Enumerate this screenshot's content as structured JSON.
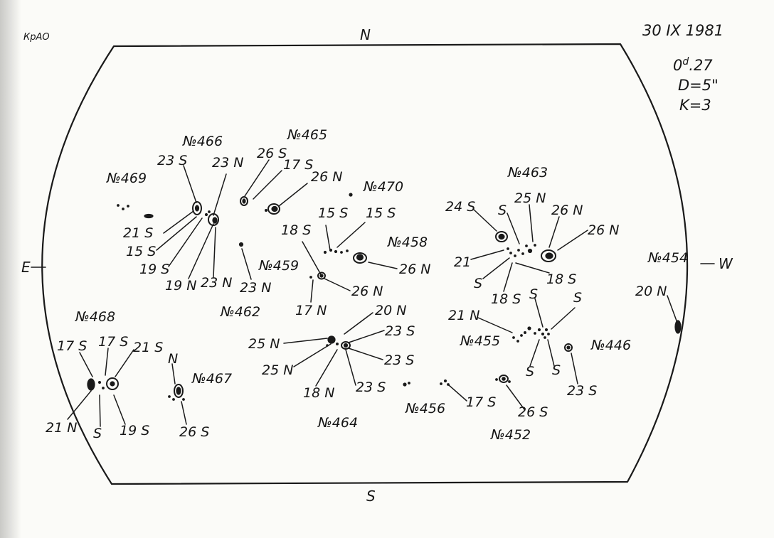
{
  "header": {
    "observatory": "КрАО",
    "date": "30 IX 1981",
    "time_day": "0",
    "time_sup": "d",
    "time_frac": ".27",
    "diameter": "D=5\"",
    "k": "K=3"
  },
  "directions": {
    "north": "N",
    "south": "S",
    "east": "E",
    "west": "W"
  },
  "regions": {
    "r466": "№466",
    "r465": "№465",
    "r469": "№469",
    "r470": "№470",
    "r463": "№463",
    "r458": "№458",
    "r459": "№459",
    "r454": "№454",
    "r462": "№462",
    "r468": "№468",
    "r455": "№455",
    "r446": "№446",
    "r467": "№467",
    "r464": "№464",
    "r456": "№456",
    "r452": "№452"
  },
  "labels": {
    "a23S": "23 S",
    "a23N": "23 N",
    "a26S": "26 S",
    "a17S": "17 S",
    "a26N": "26 N",
    "a21S": "21 S",
    "a15S": "15 S",
    "a19S": "19 S",
    "a19N": "19 N",
    "b23N": "23 N",
    "c23N": "23 N",
    "a15S2": "15 S",
    "b15S": "15 S",
    "a18S": "18 S",
    "b26N": "26 N",
    "c26N": "26 N",
    "a17N": "17 N",
    "h24S": "24 S",
    "hS": "S",
    "h25N": "25 N",
    "h26N": "26 N",
    "h26N2": "26 N",
    "h21": "21",
    "hS2": "S",
    "h18S": "18 S",
    "h18S2": "18 S",
    "w20N": "20 N",
    "m20N": "20 N",
    "m25N": "25 N",
    "m23S": "23 S",
    "m25N2": "25 N",
    "m23S2": "23 S",
    "m18N": "18 N",
    "m23S3": "23 S",
    "q21N": "21 N",
    "qS": "S",
    "qS2": "S",
    "qS3": "S",
    "qS4": "S",
    "q23S": "23 S",
    "l17S": "17 S",
    "l17S2": "17 S",
    "l21S": "21 S",
    "l21N": "21 N",
    "lS": "S",
    "l19S": "19 S",
    "p N": "N",
    "p26S": "26 S",
    "s17S": "17 S",
    "s26S": "26 S"
  }
}
